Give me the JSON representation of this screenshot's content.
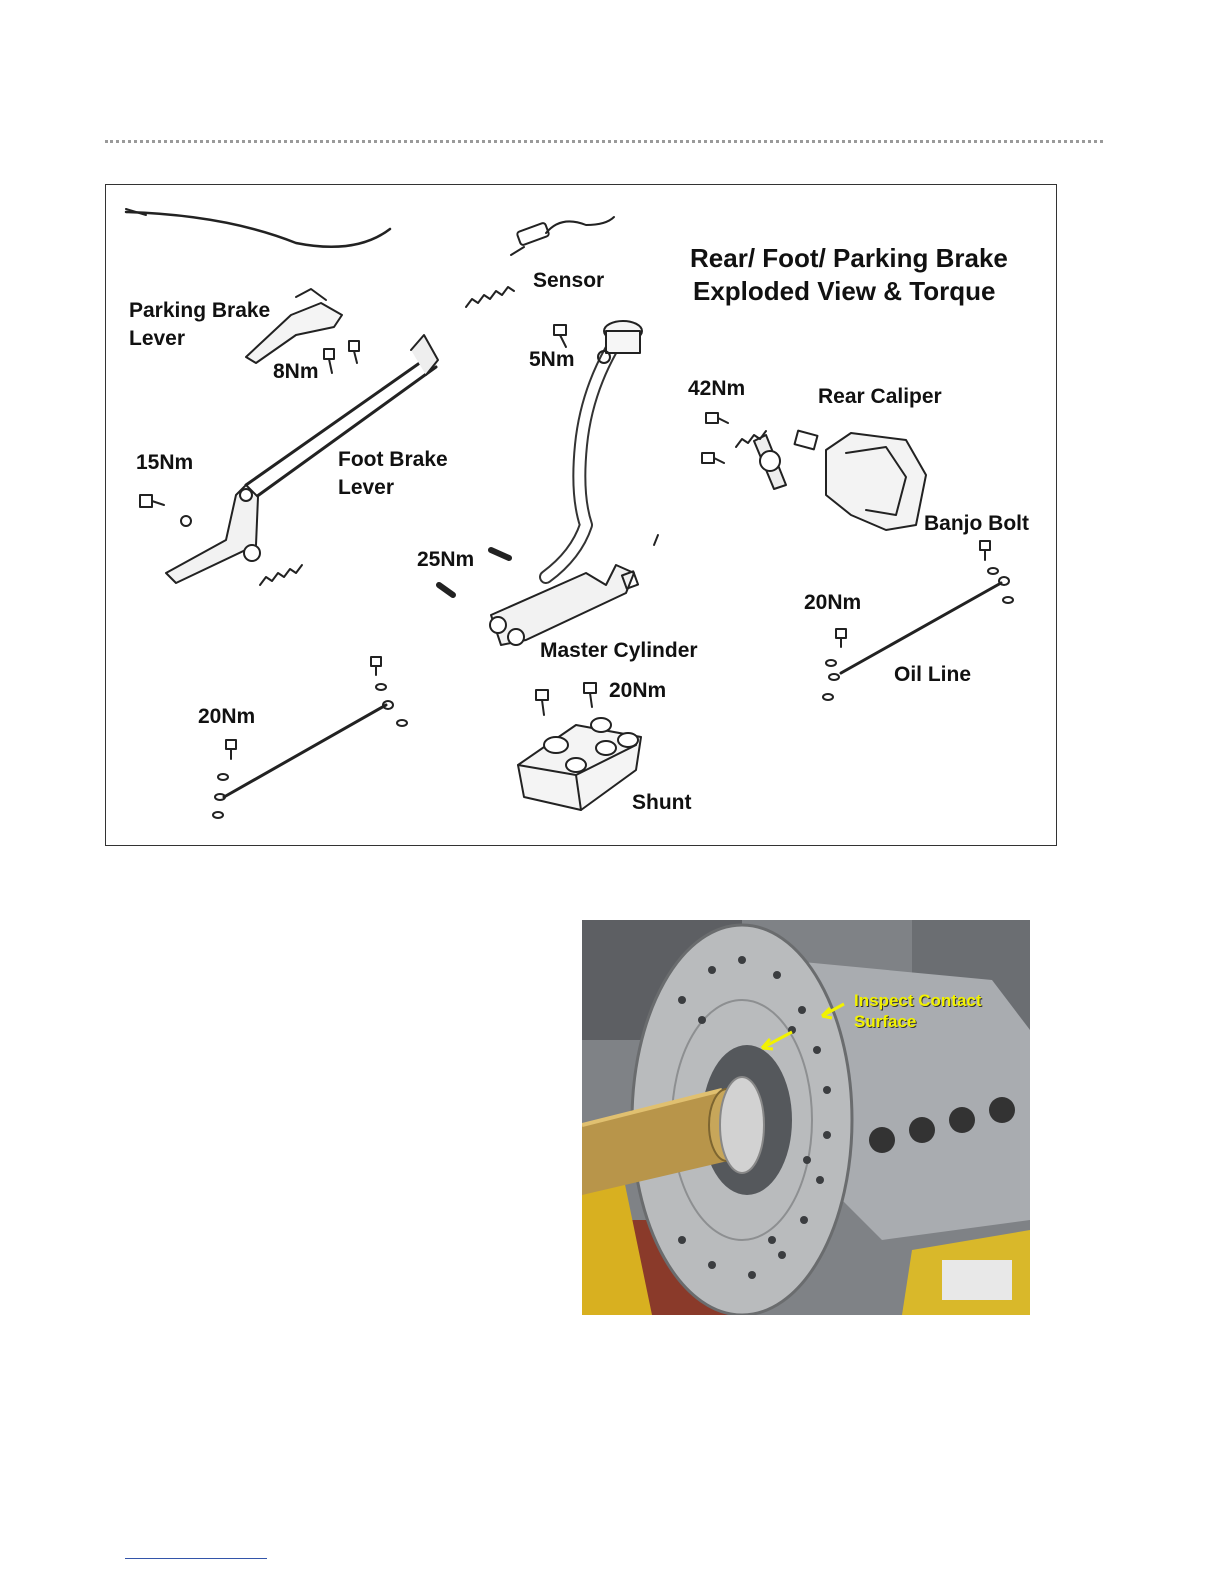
{
  "diagram": {
    "title_line1": "Rear/ Foot/ Parking Brake",
    "title_line2": "Exploded View & Torque",
    "labels": {
      "sensor": "Sensor",
      "parking_brake_lever_1": "Parking Brake",
      "parking_brake_lever_2": "Lever",
      "torque_8": "8Nm",
      "torque_5": "5Nm",
      "torque_42": "42Nm",
      "rear_caliper": "Rear Caliper",
      "torque_15": "15Nm",
      "foot_brake_lever_1": "Foot Brake",
      "foot_brake_lever_2": "Lever",
      "banjo_bolt": "Banjo Bolt",
      "torque_25": "25Nm",
      "torque_20_right": "20Nm",
      "master_cylinder": "Master Cylinder",
      "oil_line": "Oil Line",
      "torque_20_center": "20Nm",
      "torque_20_left": "20Nm",
      "shunt": "Shunt"
    }
  },
  "photo": {
    "annotation_line1": "Inspect Contact",
    "annotation_line2": "Surface"
  }
}
